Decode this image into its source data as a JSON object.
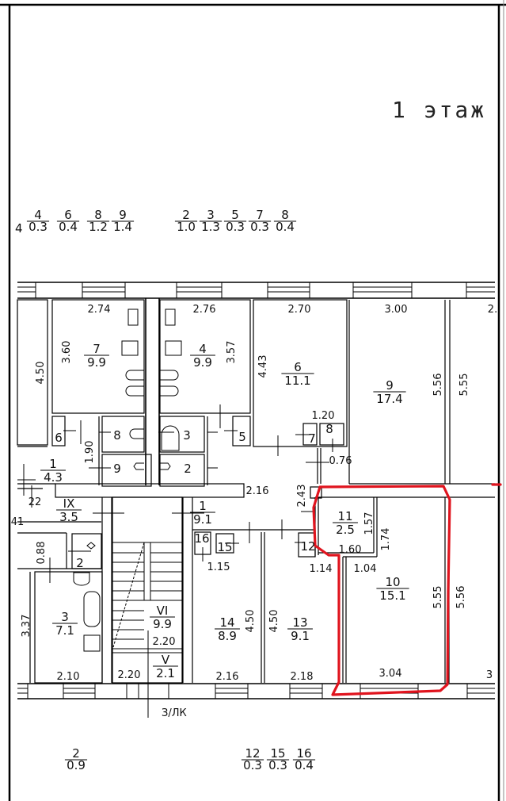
{
  "title": "1 этаж",
  "highlight_color": "#e0141e",
  "top_legend_left": [
    {
      "room": "4",
      "area": "0.3"
    },
    {
      "room": "6",
      "area": "0.4"
    },
    {
      "room": "8",
      "area": "1.2"
    },
    {
      "room": "9",
      "area": "1.4"
    }
  ],
  "top_legend_right": [
    {
      "room": "2",
      "area": "1.0"
    },
    {
      "room": "3",
      "area": "1.3"
    },
    {
      "room": "5",
      "area": "0.3"
    },
    {
      "room": "7",
      "area": "0.3"
    },
    {
      "room": "8",
      "area": "0.4"
    }
  ],
  "bottom_legend_left": [
    {
      "room": "2",
      "area": "0.9"
    }
  ],
  "bottom_legend_right": [
    {
      "room": "12",
      "area": "0.3"
    },
    {
      "room": "15",
      "area": "0.3"
    },
    {
      "room": "16",
      "area": "0.4"
    }
  ],
  "rooms": [
    {
      "id": "7",
      "area": "9.9"
    },
    {
      "id": "4",
      "area": "9.9"
    },
    {
      "id": "6",
      "area": "11.1"
    },
    {
      "id": "9",
      "area": "17.4"
    },
    {
      "id": "1",
      "area": "4.3"
    },
    {
      "id": "IX",
      "area": "3.5"
    },
    {
      "id": "1",
      "area": "9.1"
    },
    {
      "id": "11",
      "area": "2.5"
    },
    {
      "id": "10",
      "area": "15.1"
    },
    {
      "id": "3",
      "area": "7.1"
    },
    {
      "id": "VI",
      "area": "9.9"
    },
    {
      "id": "V",
      "area": "2.1"
    },
    {
      "id": "14",
      "area": "8.9"
    },
    {
      "id": "13",
      "area": "9.1"
    }
  ],
  "small_room_numbers": [
    "8",
    "9",
    "3",
    "2",
    "6",
    "5",
    "7",
    "8",
    "2",
    "16",
    "15",
    "12"
  ],
  "dimensions": {
    "d274": "2.74",
    "d276": "2.76",
    "d270": "2.70",
    "d300": "3.00",
    "d2x": "2.",
    "d450a": "4.50",
    "d360": "3.60",
    "d357": "3.57",
    "d443": "4.43",
    "d556a": "5.56",
    "d555a": "5.55",
    "d120": "1.20",
    "d076": "0.76",
    "d190": "1.90",
    "d216a": "2.16",
    "d243": "2.43",
    "d22": "22",
    "d41": "41",
    "d088": "0.88",
    "d115": "1.15",
    "d157": "1.57",
    "d174": "1.74",
    "d160": "1.60",
    "d114": "1.14",
    "d104": "1.04",
    "d555b": "5.55",
    "d556b": "5.56",
    "d337": "3.37",
    "d220a": "2.20",
    "d220b": "2.20",
    "d450b": "4.50",
    "d450c": "4.50",
    "d210": "2.10",
    "d216b": "2.16",
    "d218": "2.18",
    "d304": "3.04",
    "d3": "3"
  },
  "labels": {
    "entrance": "З/ЛК"
  }
}
